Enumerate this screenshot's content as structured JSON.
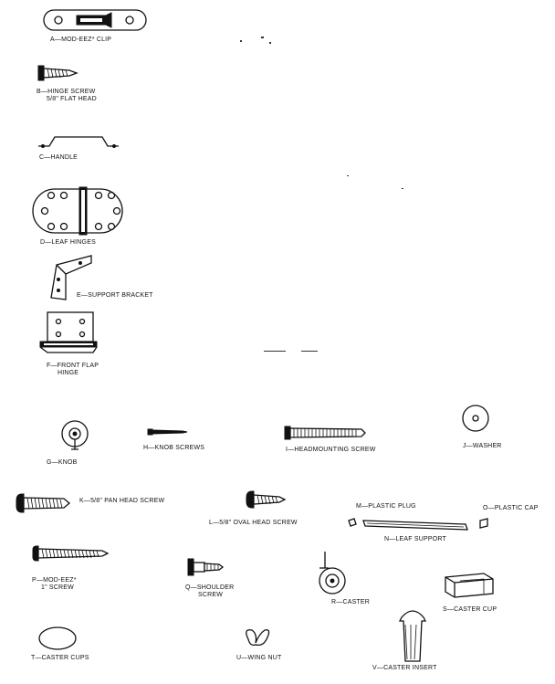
{
  "parts": [
    {
      "id": "A",
      "name": "mod-eez-clip",
      "label": "A—MOD-EEZ* CLIP"
    },
    {
      "id": "B",
      "name": "hinge-screw",
      "label": "B—HINGE SCREW",
      "label2": "5/8\" FLAT HEAD"
    },
    {
      "id": "C",
      "name": "handle",
      "label": "C—HANDLE"
    },
    {
      "id": "D",
      "name": "leaf-hinges",
      "label": "D—LEAF HINGES"
    },
    {
      "id": "E",
      "name": "support-bracket",
      "label": "E—SUPPORT BRACKET"
    },
    {
      "id": "F",
      "name": "front-flap-hinge",
      "label": "F—FRONT FLAP",
      "label2": "HINGE"
    },
    {
      "id": "G",
      "name": "knob",
      "label": "G—KNOB"
    },
    {
      "id": "H",
      "name": "knob-screws",
      "label": "H—KNOB SCREWS"
    },
    {
      "id": "I",
      "name": "headmounting-screw",
      "label": "I—HEADMOUNTING SCREW"
    },
    {
      "id": "J",
      "name": "washer",
      "label": "J—WASHER"
    },
    {
      "id": "K",
      "name": "pan-head-screw",
      "label": "K—5/8\" PAN HEAD SCREW"
    },
    {
      "id": "L",
      "name": "oval-head-screw",
      "label": "L—5/8\" OVAL HEAD SCREW"
    },
    {
      "id": "M",
      "name": "plastic-plug",
      "label": "M—PLASTIC PLUG"
    },
    {
      "id": "N",
      "name": "leaf-support",
      "label": "N—LEAF SUPPORT"
    },
    {
      "id": "O",
      "name": "plastic-cap",
      "label": "O—PLASTIC CAP"
    },
    {
      "id": "P",
      "name": "mod-eez-screw",
      "label": "P—MOD-EEZ*",
      "label2": "1\" SCREW"
    },
    {
      "id": "Q",
      "name": "shoulder-screw",
      "label": "Q—SHOULDER",
      "label2": "SCREW"
    },
    {
      "id": "R",
      "name": "caster",
      "label": "R—CASTER"
    },
    {
      "id": "S",
      "name": "caster-cup",
      "label": "S—CASTER CUP"
    },
    {
      "id": "T",
      "name": "caster-cups",
      "label": "T—CASTER CUPS"
    },
    {
      "id": "U",
      "name": "wing-nut",
      "label": "U—WING NUT"
    },
    {
      "id": "V",
      "name": "caster-insert",
      "label": "V—CASTER INSERT"
    }
  ]
}
